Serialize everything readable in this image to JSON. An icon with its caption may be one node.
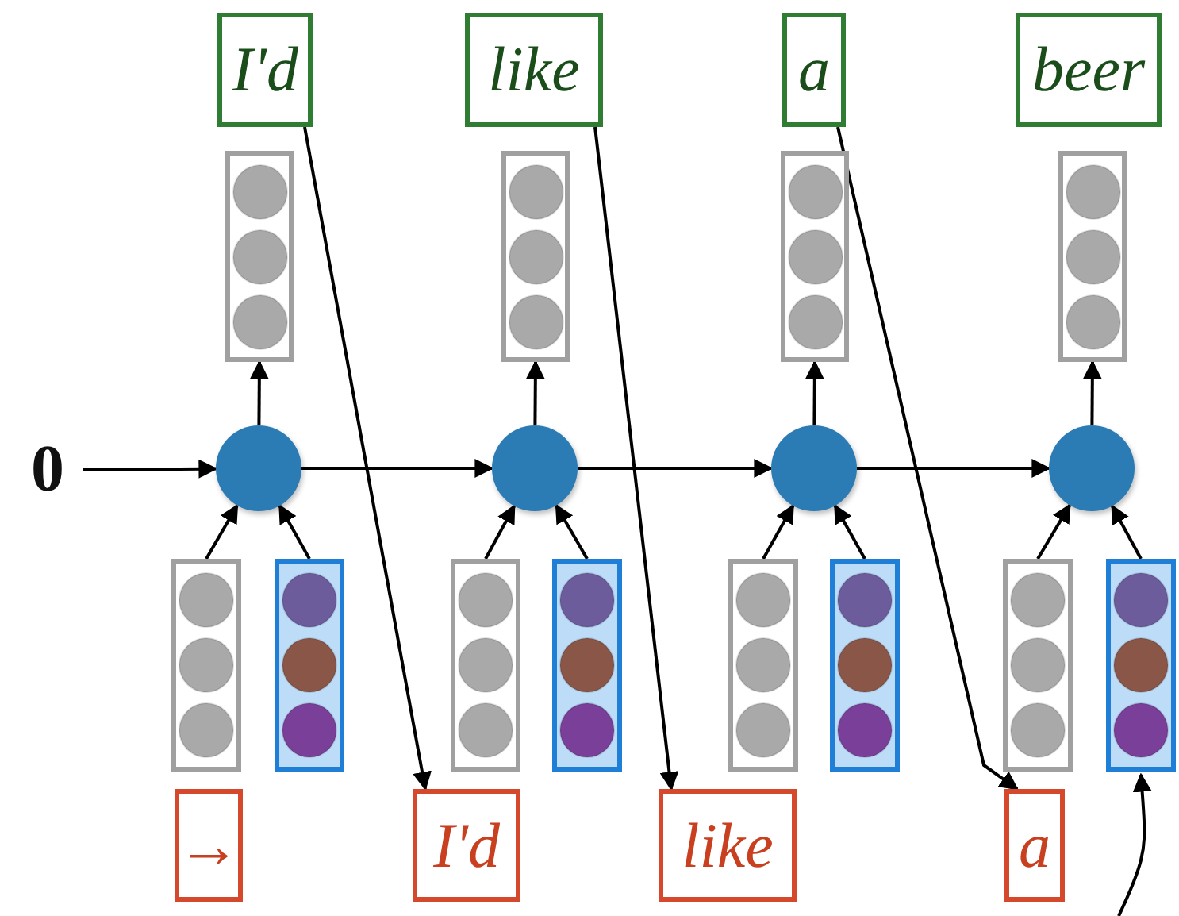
{
  "diagram": {
    "nodes": [
      {
        "text": [
          "I'd"
        ]
      },
      {
        "text": [
          "like"
        ]
      },
      {
        "text": [
          "a"
        ]
      },
      {
        "text": [
          "beer"
        ]
      },
      {
        "text": [],
        "shape": "box"
      },
      {
        "text": [],
        "shape": "box"
      },
      {
        "text": [],
        "shape": "box"
      },
      {
        "text": [],
        "shape": "box"
      },
      {
        "text": [
          "0"
        ]
      },
      {
        "text": [],
        "shape": "circle"
      },
      {
        "text": [],
        "shape": "circle"
      },
      {
        "text": [],
        "shape": "circle"
      },
      {
        "text": [],
        "shape": "circle"
      },
      {
        "text": [],
        "shape": "box"
      },
      {
        "text": [],
        "shape": "box"
      },
      {
        "text": [],
        "shape": "box"
      },
      {
        "text": [],
        "shape": "box"
      },
      {
        "text": [],
        "shape": "box"
      },
      {
        "text": [],
        "shape": "box"
      },
      {
        "text": [],
        "shape": "box"
      },
      {
        "text": [],
        "shape": "box"
      },
      {
        "text": [
          "→"
        ]
      },
      {
        "text": [
          "I'd"
        ]
      },
      {
        "text": [
          "like"
        ]
      },
      {
        "text": [
          "a"
        ]
      }
    ],
    "edges": [
      {
        "from": 8,
        "to": 9,
        "arrow": "to"
      },
      {
        "from": 9,
        "to": 10,
        "arrow": "to"
      },
      {
        "from": 10,
        "to": 11,
        "arrow": "to"
      },
      {
        "from": 11,
        "to": 12,
        "arrow": "to"
      },
      {
        "from": 9,
        "to": 4,
        "arrow": "to"
      },
      {
        "from": 10,
        "to": 5,
        "arrow": "to"
      },
      {
        "from": 11,
        "to": 6,
        "arrow": "to"
      },
      {
        "from": 12,
        "to": 7,
        "arrow": "to"
      },
      {
        "from": 13,
        "to": 9,
        "arrow": "to"
      },
      {
        "from": 14,
        "to": 9,
        "arrow": "to"
      },
      {
        "from": 15,
        "to": 10,
        "arrow": "to"
      },
      {
        "from": 16,
        "to": 10,
        "arrow": "to"
      },
      {
        "from": 17,
        "to": 11,
        "arrow": "to"
      },
      {
        "from": 18,
        "to": 11,
        "arrow": "to"
      },
      {
        "from": 19,
        "to": 12,
        "arrow": "to"
      },
      {
        "from": 20,
        "to": 12,
        "arrow": "to"
      },
      {
        "from": 0,
        "to": 22,
        "arrow": "to"
      },
      {
        "from": 1,
        "to": 23,
        "arrow": "to"
      },
      {
        "from": 2,
        "to": 24,
        "arrow": "to"
      },
      {
        "from": null,
        "to": 20,
        "arrow": "to"
      }
    ]
  }
}
